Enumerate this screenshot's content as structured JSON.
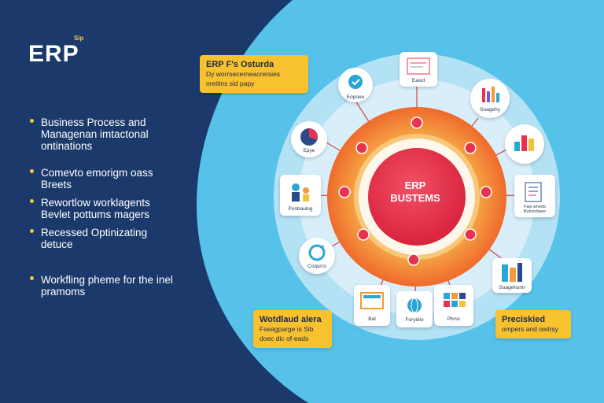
{
  "brand": {
    "logo_text": "ERP",
    "logo_sup": "Sip"
  },
  "bullets": [
    {
      "text": "Business Process and Managenan imtactonal ontinations"
    },
    {
      "text": "Comevto emorigm oass Breets"
    },
    {
      "text": "Rewortlow worklagents Bevlet pottums magers"
    },
    {
      "text": "Recessed Optinizating detuce"
    },
    {
      "text": "Workfling pheme for the inel pramoms"
    }
  ],
  "center": {
    "line1": "ERP",
    "line2": "BUSTEMS"
  },
  "callouts": {
    "top_left": {
      "title": "ERP F's Osturda",
      "body": "Dy worrsecerneacrersies nreitins sid papy"
    },
    "bottom_left": {
      "title": "Wotdlaud alera",
      "body": "Fseagparge is Sib doec dic of-eads"
    },
    "bottom_right": {
      "title": "Preciskied",
      "body": "ompers and owtrsy"
    }
  },
  "nodes": [
    {
      "id": "pie",
      "label": "Epye"
    },
    {
      "id": "badge",
      "label": "Eopoee"
    },
    {
      "id": "doc-top",
      "label": "Easid"
    },
    {
      "id": "bars",
      "label": "Soagehy"
    },
    {
      "id": "cols",
      "label": ""
    },
    {
      "id": "list",
      "label": "Fais wheds Bohrorfawe"
    },
    {
      "id": "build",
      "label": "Soagehurin"
    },
    {
      "id": "tiles",
      "label": "Pbrsc"
    },
    {
      "id": "globe",
      "label": "Foryidio"
    },
    {
      "id": "screen",
      "label": "Bal"
    },
    {
      "id": "arrows",
      "label": "Coqsrcs"
    },
    {
      "id": "people",
      "label": "Ponbaulng"
    }
  ],
  "colors": {
    "navy": "#1b3a6b",
    "sky": "#56c2ea",
    "ring_orange": "#f39a3a",
    "ring_deep": "#ef6a2c",
    "core_red": "#e9334e",
    "accent_yellow": "#f8c12e"
  }
}
